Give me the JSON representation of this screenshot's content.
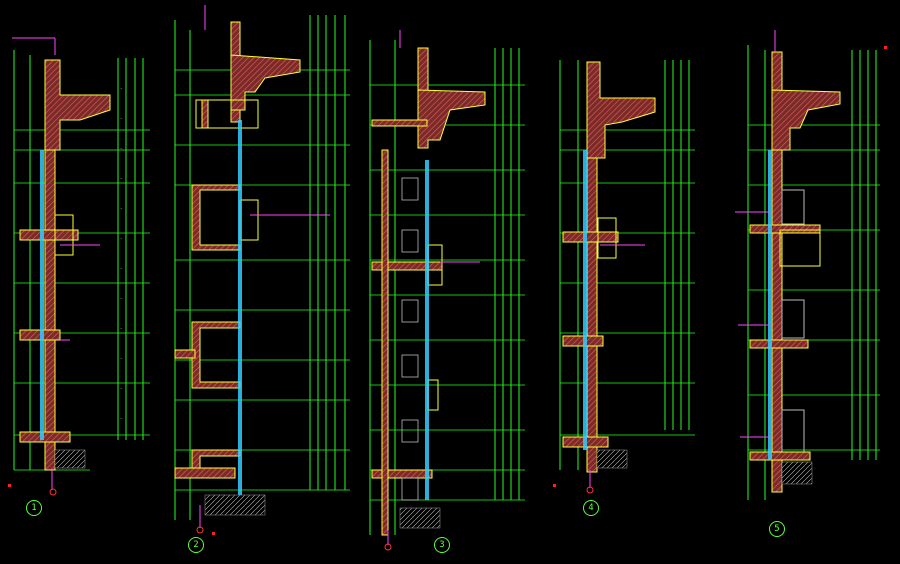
{
  "drawing": {
    "background": "#000000",
    "colors": {
      "outline": "#ffff33",
      "grid": "#22ff22",
      "fill": "#c0504a",
      "hatch": "#ff55ff",
      "glass": "#33ccff",
      "text": "#ffffff"
    }
  },
  "sections": [
    {
      "id": "1",
      "label": "1"
    },
    {
      "id": "2",
      "label": "2"
    },
    {
      "id": "3",
      "label": "3"
    },
    {
      "id": "4",
      "label": "4"
    },
    {
      "id": "5",
      "label": "5"
    }
  ]
}
